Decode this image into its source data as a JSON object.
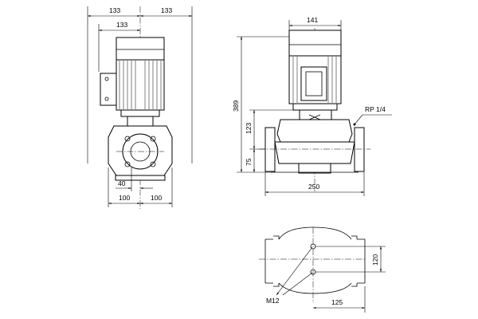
{
  "views": {
    "front": {
      "dim_top_left": "133",
      "dim_top_right": "133",
      "dim_motor_width": "133",
      "dim_port_offset": "40",
      "dim_bottom_left": "100",
      "dim_bottom_right": "100"
    },
    "side": {
      "dim_motor_width": "141",
      "dim_overall_height": "389",
      "dim_pipe_axis_height": "123",
      "dim_base_height": "75",
      "dim_port_to_port": "250",
      "label_vent": "RP 1/4"
    },
    "top": {
      "dim_bolt_spacing": "120",
      "dim_bolt_offset": "125",
      "label_bolts": "M12"
    }
  }
}
